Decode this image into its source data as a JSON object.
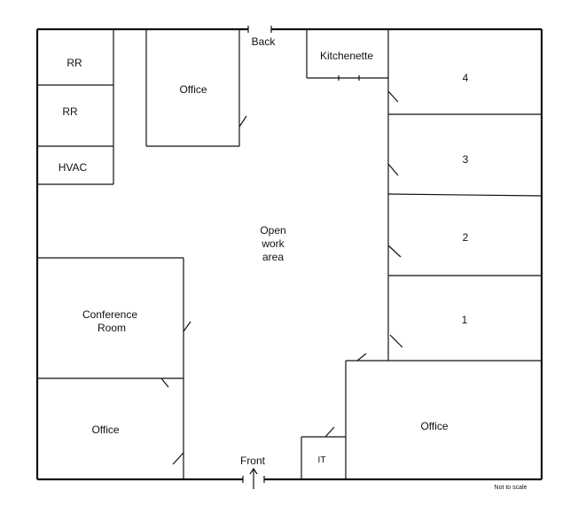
{
  "rooms": {
    "rr_top": "RR",
    "rr_bottom": "RR",
    "hvac": "HVAC",
    "office_top": "Office",
    "kitchenette": "Kitchenette",
    "room_4": "4",
    "room_3": "3",
    "room_2": "2",
    "room_1": "1",
    "conference_line1": "Conference",
    "conference_line2": "Room",
    "office_bottom_left": "Office",
    "office_bottom_right": "Office",
    "it": "IT",
    "open_line1": "Open",
    "open_line2": "work",
    "open_line3": "area"
  },
  "entrances": {
    "back": "Back",
    "front": "Front"
  },
  "note": "Not to scale"
}
